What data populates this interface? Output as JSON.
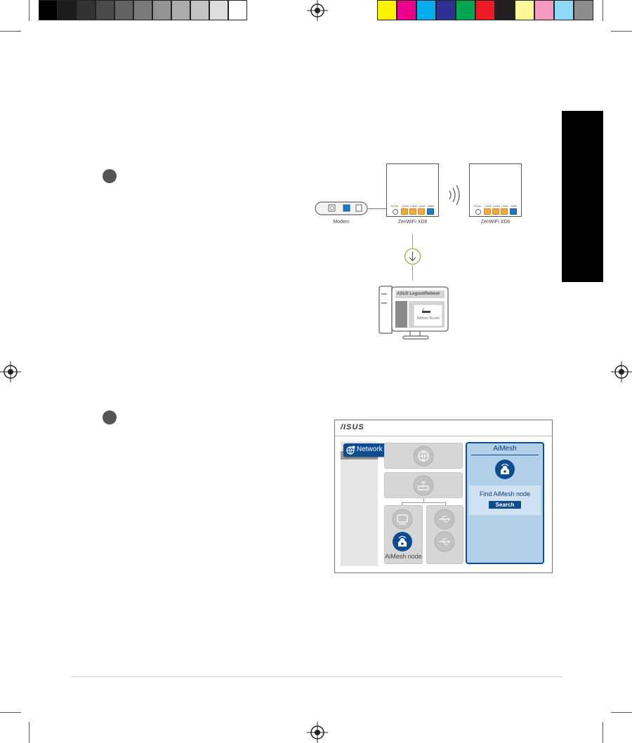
{
  "colorbar": {
    "gray": [
      "#000000",
      "#1c1c1c",
      "#333333",
      "#4a4a4a",
      "#626262",
      "#7a7a7a",
      "#939393",
      "#ababab",
      "#c4c4c4",
      "#dedede",
      "#ffffff"
    ],
    "color": [
      "#fff200",
      "#ec008c",
      "#00aeef",
      "#2e3192",
      "#00a651",
      "#ed1c24",
      "#231f20",
      "#fff799",
      "#f49ac1",
      "#8ed8f8",
      "#8c8c8c"
    ]
  },
  "figure1": {
    "modem_label": "Modem",
    "router1_label": "ZenWiFi XD6",
    "router2_label": "ZenWiFi XD6",
    "port_labels": [
      "DCIN",
      "LAN3",
      "LAN2",
      "LAN1",
      "WAN"
    ],
    "monitor_header": "ASUS Logout/Reboot",
    "monitor_header_brand": "ASUS",
    "monitor_header_rest": "Logout/Reboot",
    "monitor_caption": "AiMesh Router"
  },
  "figure2": {
    "brand": "/ISUS",
    "network_map_label": "Network Map",
    "aimesh_title": "AiMesh",
    "node_label": "AiMesh node",
    "find_label": "Find AiMesh node",
    "search_label": "Search"
  },
  "colors": {
    "accent_blue": "#0e4c92",
    "panel_blue": "#b3d0ea",
    "card_blue": "#cfe2f4",
    "connector_green": "#8db83f",
    "router_port_orange": "#f3a93a"
  }
}
